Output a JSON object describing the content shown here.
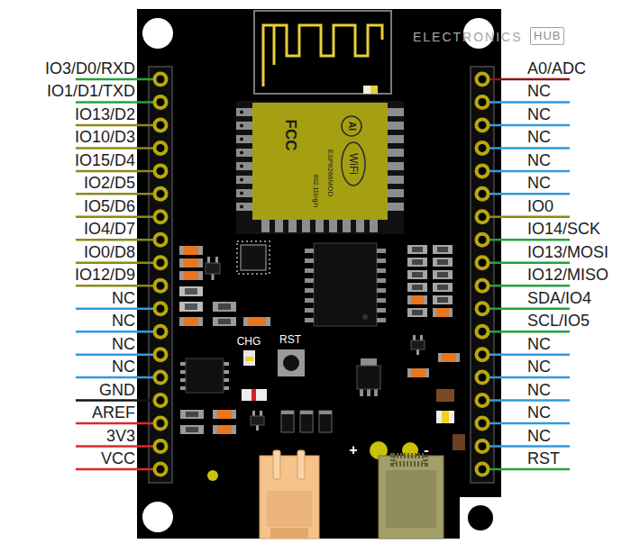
{
  "diagram": {
    "labels": [
      "ELECTRONICS",
      "HUB",
      "IO3/D0/RXD",
      "IO1/D1/TXD",
      "IO13/D2",
      "IO10/D3",
      "IO15/D4",
      "IO2/D5",
      "IO5/D6",
      "IO4/D7",
      "IO0/D8",
      "IO12/D9",
      "NC",
      "NC",
      "NC",
      "NC",
      "GND",
      "AREF",
      "3V3",
      "VCC",
      "A0/ADC",
      "NC",
      "NC",
      "NC",
      "NC",
      "NC",
      "IO0",
      "IO14/SCK",
      "IO13/MOSI",
      "IO12/MISO",
      "SDA/IO4",
      "SCL/IO5",
      "NC",
      "NC",
      "NC",
      "NC",
      "NC",
      "RST",
      "FCC",
      "AI",
      "WiFi",
      "ESP8266MOD",
      "802.11b/g/n",
      "CHG",
      "RST",
      "+",
      "-"
    ]
  }
}
